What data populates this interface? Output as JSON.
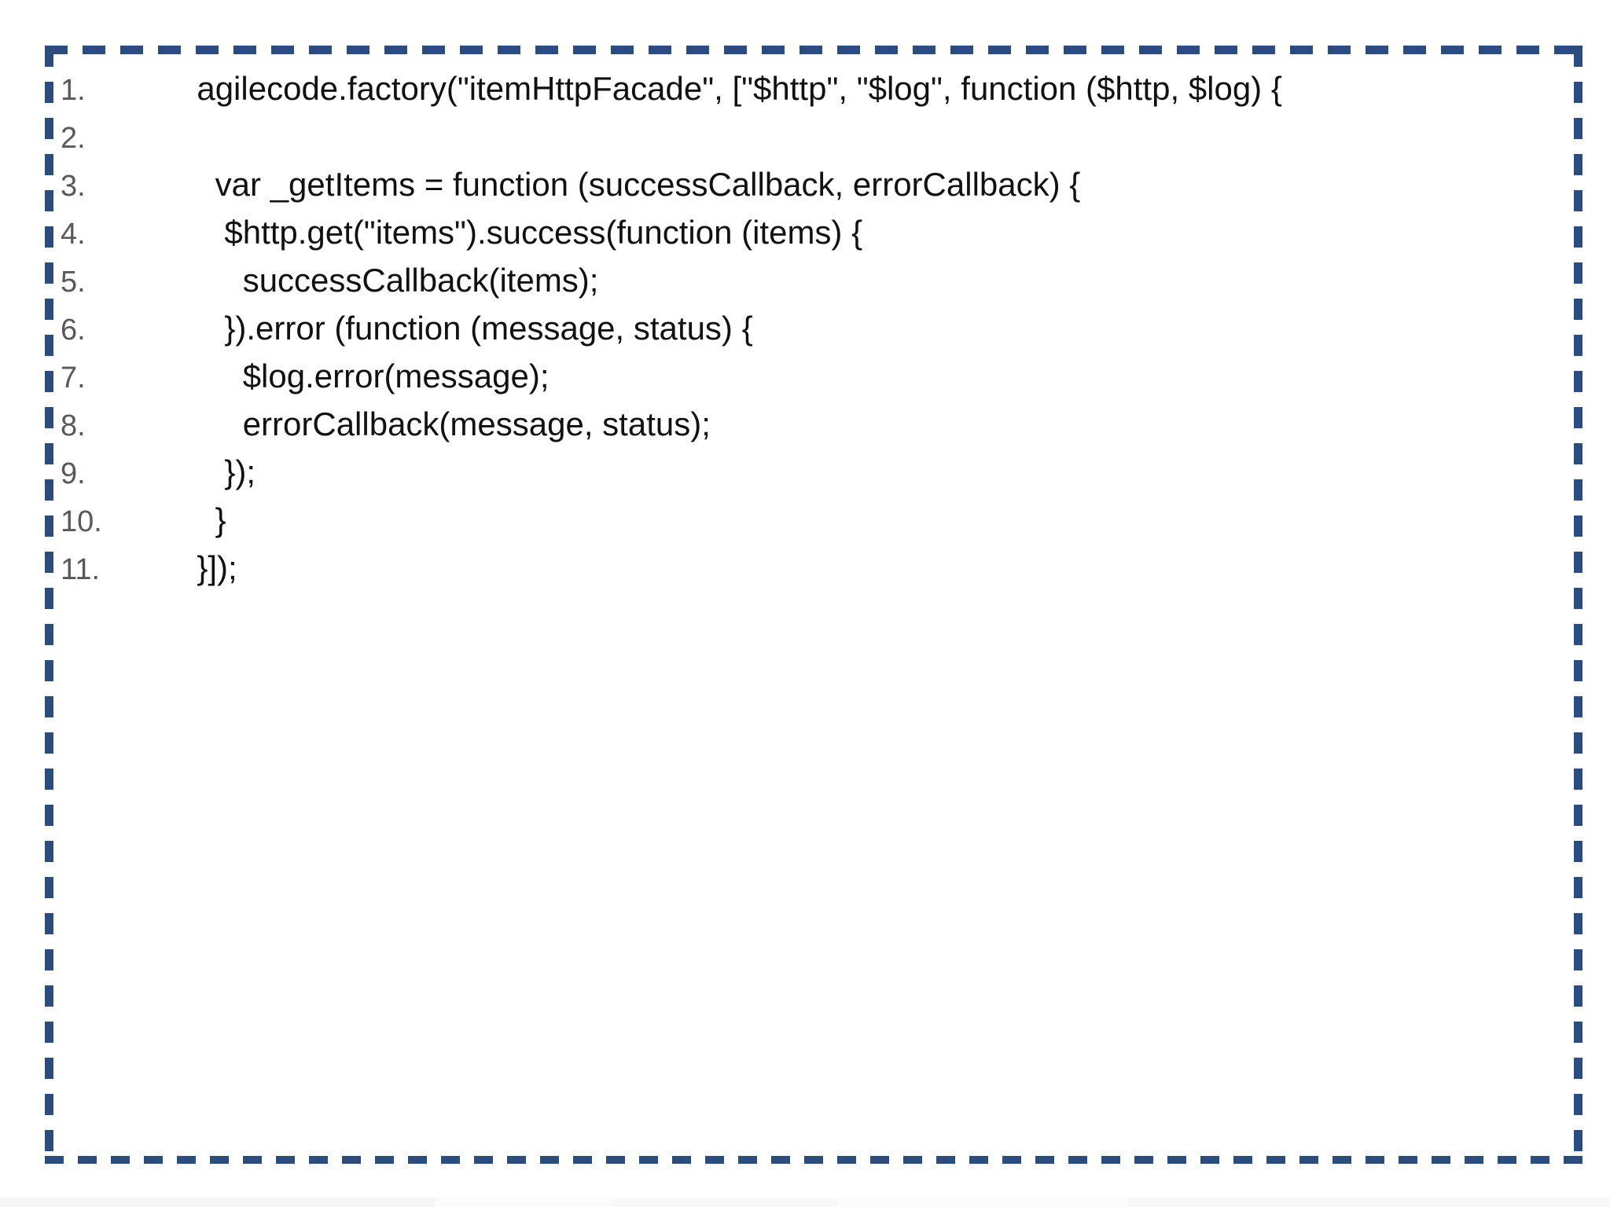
{
  "slide": {
    "background_color": "#ffffff",
    "code_box": {
      "border_color": "#2b4d7e",
      "line_number_color": "#595959",
      "code_color": "#111111",
      "lines": [
        {
          "num": "1.",
          "code": "     agilecode.factory(\"itemHttpFacade\", [\"$http\", \"$log\", function ($http, $log) {"
        },
        {
          "num": "2.",
          "code": ""
        },
        {
          "num": "3.",
          "code": "       var _getItems = function (successCallback, errorCallback) {"
        },
        {
          "num": "4.",
          "code": "        $http.get(\"items\").success(function (items) {"
        },
        {
          "num": "5.",
          "code": "          successCallback(items);"
        },
        {
          "num": "6.",
          "code": "        }).error (function (message, status) {"
        },
        {
          "num": "7.",
          "code": "          $log.error(message);"
        },
        {
          "num": "8.",
          "code": "          errorCallback(message, status);"
        },
        {
          "num": "9.",
          "code": "        });"
        },
        {
          "num": "10.",
          "code": "       }"
        },
        {
          "num": "11.",
          "code": "     }]);"
        }
      ]
    }
  }
}
